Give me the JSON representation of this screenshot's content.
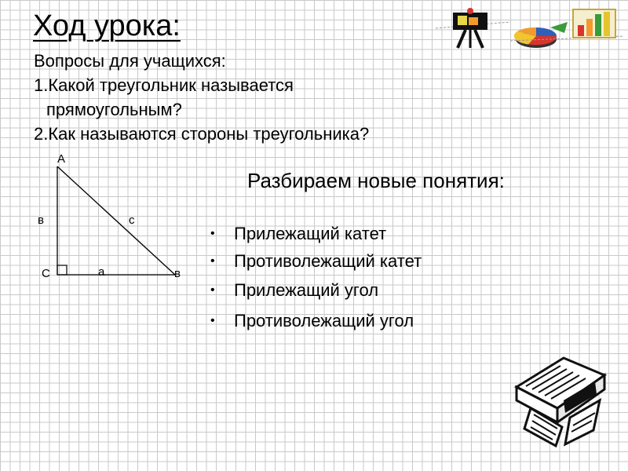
{
  "slide": {
    "title": "Ход урока:",
    "questions_heading": "Вопросы для учащихся:",
    "question_1": "1.Какой треугольник называется",
    "question_1_cont": "прямоугольным?",
    "question_2": "2.Как называются стороны треугольника?"
  },
  "triangle": {
    "vertex_a": "А",
    "vertex_b": "в",
    "vertex_c": "С",
    "side_a": "а",
    "side_b": "в",
    "side_c": "с"
  },
  "concepts": {
    "heading": "Разбираем новые понятия:",
    "bullet": "•",
    "items": [
      "Прилежащий катет",
      "Противолежащий катет",
      "Прилежащий угол",
      "Противолежащий угол"
    ]
  },
  "decor": {
    "top_right_icons": [
      "chart-easel-icon",
      "pie-chart-icon",
      "bar-chart-icon"
    ],
    "bottom_right_icon": "printer-icon"
  }
}
